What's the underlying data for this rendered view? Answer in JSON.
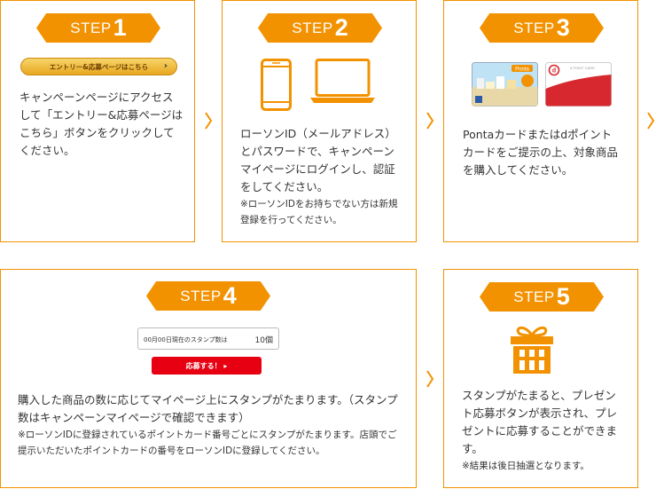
{
  "steps": [
    {
      "word": "STEP",
      "num": "1",
      "button_label": "エントリー&応募ページはこちら",
      "text": "キャンペーンページにアクセスして「エントリー&応募ページはこちら」ボタンをクリックしてください。"
    },
    {
      "word": "STEP",
      "num": "2",
      "text": "ローソンID（メールアドレス）とパスワードで、キャンペーンマイページにログインし、認証をしてください。",
      "note": "※ローソンIDをお持ちでない方は新規登録を行ってください。"
    },
    {
      "word": "STEP",
      "num": "3",
      "card1_label": "Ponta",
      "card2_label": "d POINT CARD",
      "text": "Pontaカードまたはdポイントカードをご提示の上、対象商品を購入してください。"
    },
    {
      "word": "STEP",
      "num": "4",
      "stamp_label": "00月00日現在のスタンプ数は",
      "stamp_count": "10個",
      "apply_label": "応募する！ ▸",
      "text": "購入した商品の数に応じてマイページ上にスタンプがたまります。（スタンプ数はキャンペーンマイページで確認できます）",
      "note": "※ローソンIDに登録されているポイントカード番号ごとにスタンプがたまります。店頭でご提示いただいたポイントカードの番号をローソンIDに登録してください。"
    },
    {
      "word": "STEP",
      "num": "5",
      "text": "スタンプがたまると、プレゼント応募ボタンが表示され、プレゼントに応募することができます。",
      "note": "※結果は後日抽選となります。"
    }
  ],
  "colors": {
    "accent": "#f39200",
    "apply_red": "#e60012"
  },
  "icons": [
    "phone-icon",
    "laptop-icon",
    "ponta-card-icon",
    "d-point-card-icon",
    "gift-icon",
    "chevron-right-icon"
  ]
}
